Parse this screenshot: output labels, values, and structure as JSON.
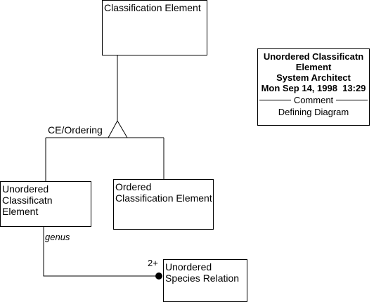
{
  "classes": {
    "classification_element": "Classification Element",
    "unordered_classification_element": "Unordered\nClassificatn\nElement",
    "ordered_classification_element": "Ordered\nClassification Element",
    "unordered_species_relation": "Unordered\nSpecies Relation"
  },
  "labels": {
    "generalization": "CE/Ordering",
    "association_role": "genus",
    "multiplicity": "2+"
  },
  "note": {
    "title_line1": "Unordered Classificatn",
    "title_line2": "Element",
    "author": "System Architect",
    "date": "Mon Sep 14, 1998  13:29",
    "comment_label": "Comment",
    "comment_text": "Defining Diagram"
  }
}
